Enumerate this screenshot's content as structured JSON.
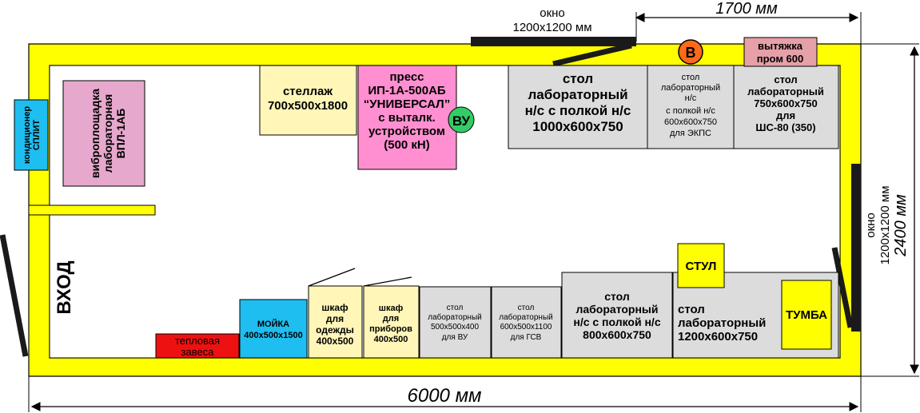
{
  "colors": {
    "wall": "#ffff00",
    "gray": "#dcdcdc",
    "pink": "#ff8fd0",
    "lilac": "#e6a8cc",
    "beige": "#fff6b8",
    "cyan": "#1ebef0",
    "red": "#ee1111",
    "green": "#33cc66",
    "orange": "#ff6a1a",
    "hood": "#e6a0a8",
    "yellow": "#ffff00"
  },
  "dimensions": {
    "top": "1700 мм",
    "bottom": "6000 мм",
    "right": "2400 мм"
  },
  "windows": {
    "top": [
      "окно",
      "1200х1200 мм"
    ],
    "right": [
      "окно",
      "1200х1200 мм"
    ]
  },
  "entrance": "ВХОД",
  "furniture": {
    "conditioner": [
      "кондиционер",
      "СПЛИТ"
    ],
    "vibro": [
      "виброплощадка",
      "лабораторная",
      "ВПЛ-1АБ"
    ],
    "shelf": [
      "стеллаж",
      "700х500х1800"
    ],
    "press": [
      "пресс",
      "ИП-1А-500АБ",
      "“УНИВЕРСАЛ”",
      "с выталк.",
      "устройством",
      "(500 кН)"
    ],
    "vu_badge": "ВУ",
    "table1000": [
      "стол",
      "лабораторный",
      "н/с с полкой н/с",
      "1000х600х750"
    ],
    "table_ekps": [
      "стол",
      "лабораторный",
      "н/с",
      "с полкой н/с",
      "600х600х750",
      "для ЭКПС"
    ],
    "table_shs": [
      "стол",
      "лабораторный",
      "750х600х750",
      "для",
      "ШС-80 (350)"
    ],
    "b_badge": "В",
    "hood": [
      "вытяжка",
      "пром 600"
    ],
    "heat_curtain": [
      "тепловая",
      "завеса"
    ],
    "sink": [
      "МОЙКА",
      "400х500х1500"
    ],
    "wardrobe_clothes": [
      "шкаф",
      "для",
      "одежды",
      "400х500"
    ],
    "wardrobe_devices": [
      "шкаф",
      "для",
      "приборов",
      "400х500"
    ],
    "table_vu": [
      "стол",
      "лабораторный",
      "500х500х400",
      "для ВУ"
    ],
    "table_gsv": [
      "стол",
      "лабораторный",
      "600х500х1100",
      "для ГСВ"
    ],
    "table800": [
      "стол",
      "лабораторный",
      "н/с с полкой н/с",
      "800х600х750"
    ],
    "table1200": [
      "стол",
      "лабораторный",
      "1200х600х750"
    ],
    "chair": "СТУЛ",
    "cabinet": "ТУМБА"
  }
}
